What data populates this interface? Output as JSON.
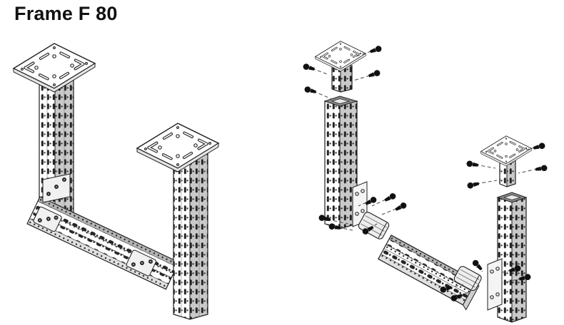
{
  "page": {
    "title": "Frame F 80"
  },
  "colors": {
    "background": "#ffffff",
    "line": "#1f1f1f",
    "face_light": "#ffffff",
    "face_shaded": "#c9c9c9",
    "face_top": "#8a8a8a",
    "plate_edge": "#e6e6e6",
    "beam_top": "#b5b5b5",
    "beam_bottom": "#e0e0e0",
    "screw": "#111111",
    "leader_dash": "#555555"
  },
  "views": {
    "assembled": {
      "parts": [
        "mounting-plate",
        "vertical-profile",
        "cross-beam",
        "corner-flange",
        "bolt-heads"
      ]
    },
    "exploded": {
      "parts": [
        "mounting-plate-with-stub",
        "vertical-profile",
        "cross-beam",
        "beam-connector",
        "flange-plate",
        "screw",
        "assembly-leader-line"
      ]
    }
  }
}
